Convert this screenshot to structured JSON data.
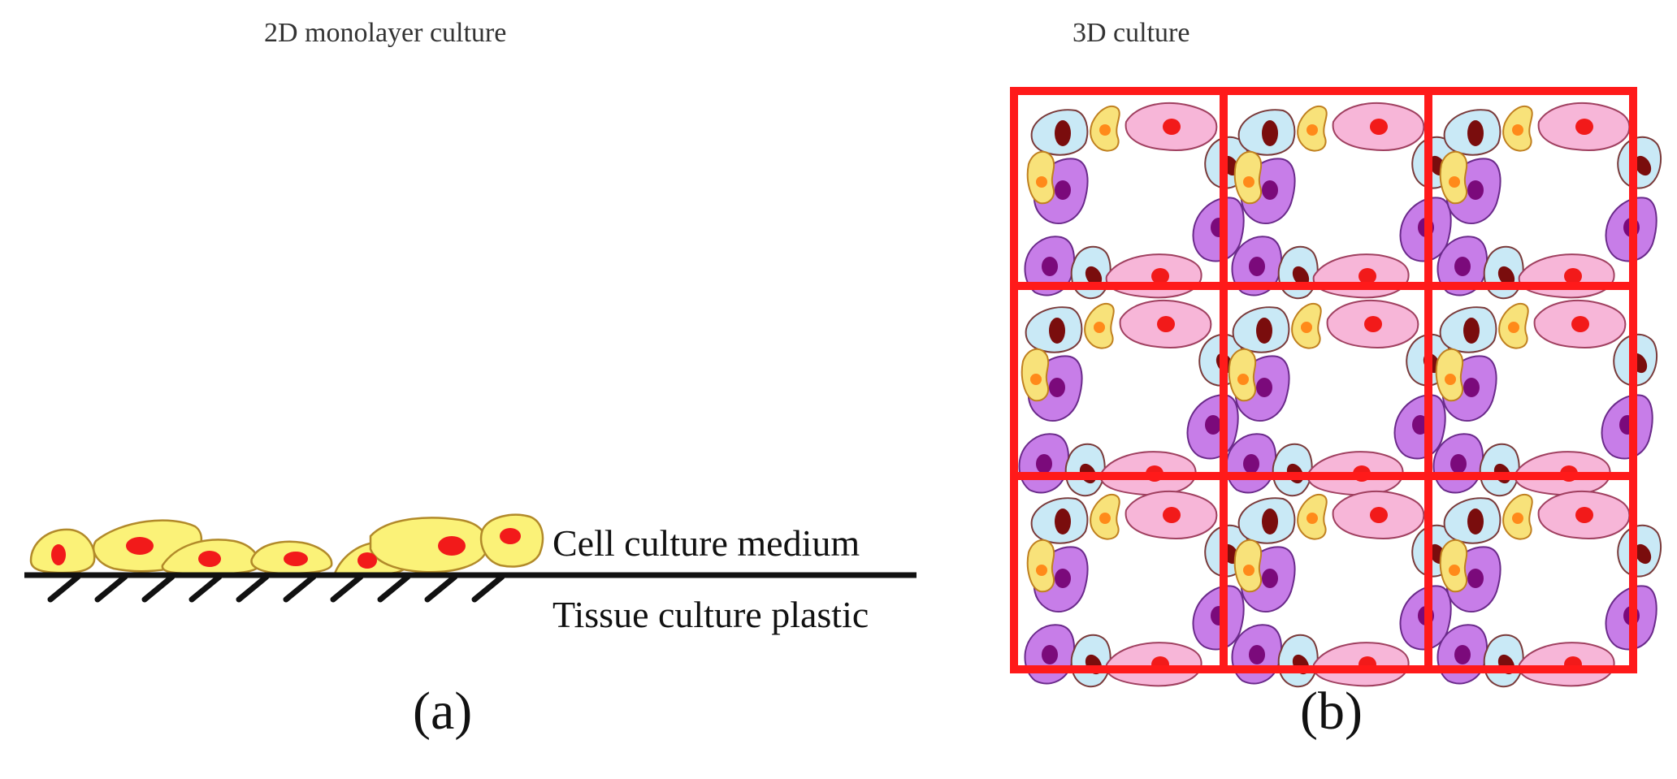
{
  "panel_a": {
    "title": "2D monolayer culture",
    "medium_label": "Cell culture medium",
    "plastic_label": "Tissue culture plastic",
    "panel_letter": "(a)"
  },
  "panel_b": {
    "title": "3D culture",
    "panel_letter": "(b)"
  },
  "colors": {
    "scaffold": "#ff1a1a",
    "cell_yellow": "#fbf278",
    "cell_pink": "#f7b6d8",
    "cell_blue": "#c9e9f6",
    "cell_purple": "#c77de8",
    "cell_orange_yellow": "#f8e27a",
    "nucleus_red": "#f21a1a",
    "nucleus_darkred": "#7a0d0d",
    "nucleus_purple": "#7b0a7b",
    "nucleus_orange": "#ff8a1a"
  }
}
